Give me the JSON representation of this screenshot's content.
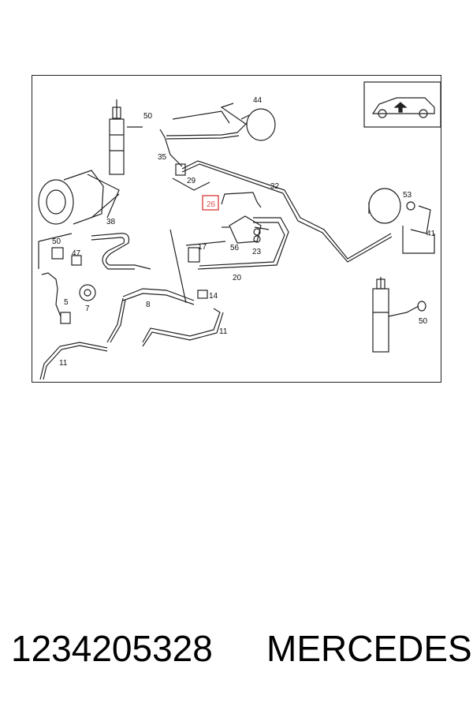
{
  "diagram": {
    "callouts": {
      "c44": "44",
      "c50_top": "50",
      "c35": "35",
      "c29": "29",
      "c32": "32",
      "c26": "26",
      "c53": "53",
      "c41": "41",
      "c38": "38",
      "c50_left": "50",
      "c47": "47",
      "c17": "17",
      "c56": "56",
      "c23": "23",
      "c20": "20",
      "c5": "5",
      "c7": "7",
      "c14": "14",
      "c8": "8",
      "c11_mid": "11",
      "c11_bottom": "11",
      "c50_right": "50"
    },
    "highlighted_callout": "26",
    "highlight_color": "#e05050",
    "inset_icon": "car-raise-icon"
  },
  "footer": {
    "part_number": "1234205328",
    "brand": "MERCEDES"
  }
}
